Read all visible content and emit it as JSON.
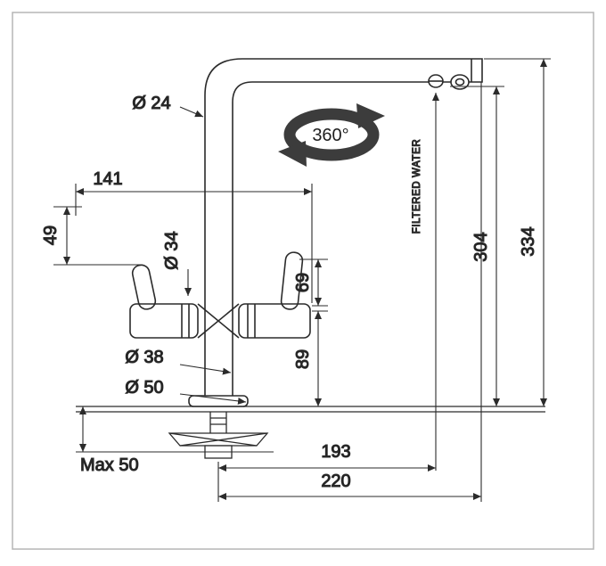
{
  "frame": {
    "background": "#ffffff",
    "border_color": "#b5b5b5"
  },
  "drawing": {
    "ink": "#2b2b2b",
    "labels": {
      "spout_diameter": "Ø 24",
      "rotation": "360°",
      "filtered_water": "FILTERED WATER",
      "dim_141": "141",
      "dim_49": "49",
      "body_diameter": "Ø 34",
      "dim_69": "69",
      "dim_89": "89",
      "diameter_38": "Ø 38",
      "diameter_50": "Ø 50",
      "max_50": "Max 50",
      "dim_193": "193",
      "dim_220": "220",
      "dim_304": "304",
      "dim_334": "334"
    }
  }
}
